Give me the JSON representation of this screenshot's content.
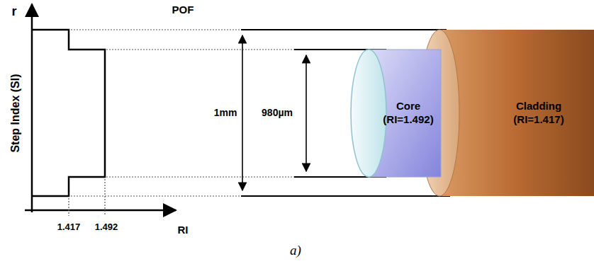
{
  "diagram": {
    "caption": "a)",
    "nodes": [
      {
        "text": [
          "Cladding",
          "(RI=1.417)"
        ]
      },
      {
        "text": [
          "Core",
          "(RI=1.492)"
        ],
        "in": 0
      }
    ],
    "labels": [
      "r",
      "Step Index (SI)",
      "POF",
      "1mm",
      "980µm",
      "1.417",
      "1.492",
      "RI"
    ]
  }
}
